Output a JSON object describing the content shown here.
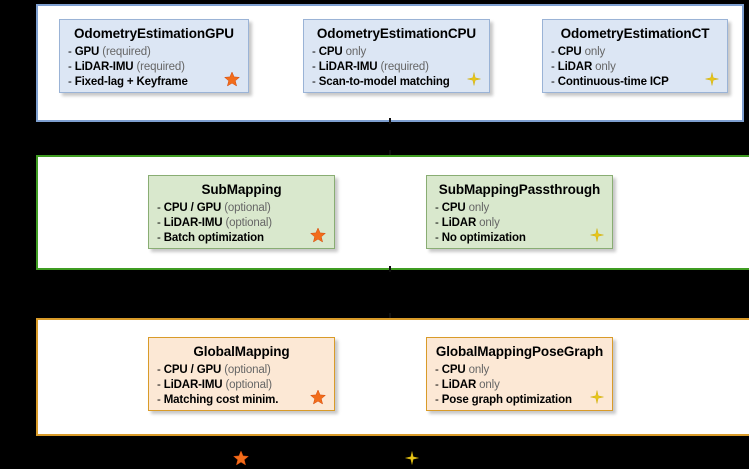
{
  "diagram": {
    "background_color": "#000000",
    "icons": {
      "star": {
        "name": "star-icon",
        "color": "#f26d1b",
        "meaning_label": ""
      },
      "sparkle": {
        "name": "sparkle-icon",
        "color": "#e8c61a",
        "meaning_label": ""
      }
    },
    "groups": [
      {
        "id": "odometry",
        "name": "odometry-group",
        "border_color": "#7e9fd0",
        "box_fill": "#dce6f4",
        "modules": [
          {
            "title": "OdometryEstimationGPU",
            "lines": [
              {
                "strong": "GPU",
                "weak": "(required)"
              },
              {
                "strong": "LiDAR-IMU",
                "weak": "(required)"
              },
              {
                "strong": "Fixed-lag + Keyframe",
                "weak": ""
              }
            ],
            "icon": "star"
          },
          {
            "title": "OdometryEstimationCPU",
            "lines": [
              {
                "strong": "CPU",
                "weak": "only"
              },
              {
                "strong": "LiDAR-IMU",
                "weak": "(required)"
              },
              {
                "strong": "Scan-to-model matching",
                "weak": ""
              }
            ],
            "icon": "sparkle"
          },
          {
            "title": "OdometryEstimationCT",
            "lines": [
              {
                "strong": "CPU",
                "weak": "only"
              },
              {
                "strong": "LiDAR",
                "weak": "only"
              },
              {
                "strong": "Continuous-time ICP",
                "weak": ""
              }
            ],
            "icon": "sparkle"
          }
        ]
      },
      {
        "id": "submapping",
        "name": "submapping-group",
        "border_color": "#3f9c22",
        "box_fill": "#d9e8cd",
        "modules": [
          {
            "title": "SubMapping",
            "lines": [
              {
                "strong": "CPU / GPU",
                "weak": "(optional)"
              },
              {
                "strong": "LiDAR-IMU",
                "weak": "(optional)"
              },
              {
                "strong": "Batch optimization",
                "weak": ""
              }
            ],
            "icon": "star"
          },
          {
            "title": "SubMappingPassthrough",
            "lines": [
              {
                "strong": "CPU",
                "weak": "only"
              },
              {
                "strong": "LiDAR",
                "weak": "only"
              },
              {
                "strong": "No optimization",
                "weak": ""
              }
            ],
            "icon": "sparkle"
          }
        ]
      },
      {
        "id": "globalmapping",
        "name": "globalmapping-group",
        "border_color": "#d99b29",
        "box_fill": "#fce8d5",
        "modules": [
          {
            "title": "GlobalMapping",
            "lines": [
              {
                "strong": "CPU / GPU",
                "weak": "(optional)"
              },
              {
                "strong": "LiDAR-IMU",
                "weak": "(optional)"
              },
              {
                "strong": "Matching cost minim.",
                "weak": ""
              }
            ],
            "icon": "star"
          },
          {
            "title": "GlobalMappingPoseGraph",
            "lines": [
              {
                "strong": "CPU",
                "weak": "only"
              },
              {
                "strong": "LiDAR",
                "weak": "only"
              },
              {
                "strong": "Pose graph optimization",
                "weak": ""
              }
            ],
            "icon": "sparkle"
          }
        ]
      }
    ],
    "legend": [
      {
        "icon": "star",
        "label": ""
      },
      {
        "icon": "sparkle",
        "label": ""
      }
    ]
  }
}
